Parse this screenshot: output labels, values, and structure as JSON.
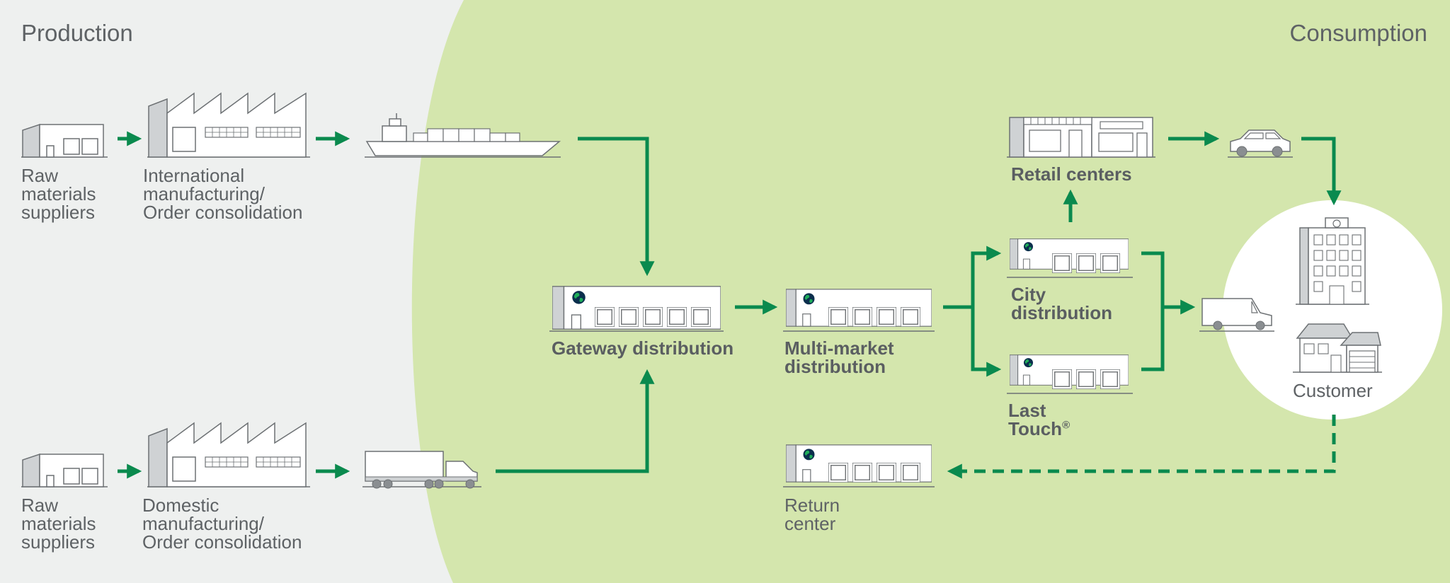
{
  "regions": {
    "production": "Production",
    "consumption": "Consumption"
  },
  "nodes": {
    "raw_materials_top": "Raw\nmaterials\nsuppliers",
    "intl_manufacturing": "International\nmanufacturing/\nOrder consolidation",
    "raw_materials_bottom": "Raw\nmaterials\nsuppliers",
    "domestic_manufacturing": "Domestic\nmanufacturing/\nOrder consolidation",
    "gateway": "Gateway distribution",
    "multi_market": "Multi-market\ndistribution",
    "city": "City\ndistribution",
    "last_touch": "Last\nTouch",
    "last_touch_mark": "®",
    "retail": "Retail centers",
    "customer": "Customer",
    "return_center": "Return\ncenter"
  },
  "colors": {
    "arrow": "#0a8a4e",
    "consumption_bg": "#d4e6ad",
    "production_bg": "#eef0ef",
    "text": "#5e6265",
    "logo_green": "#1fae5a",
    "logo_navy": "#0b2f4d"
  }
}
